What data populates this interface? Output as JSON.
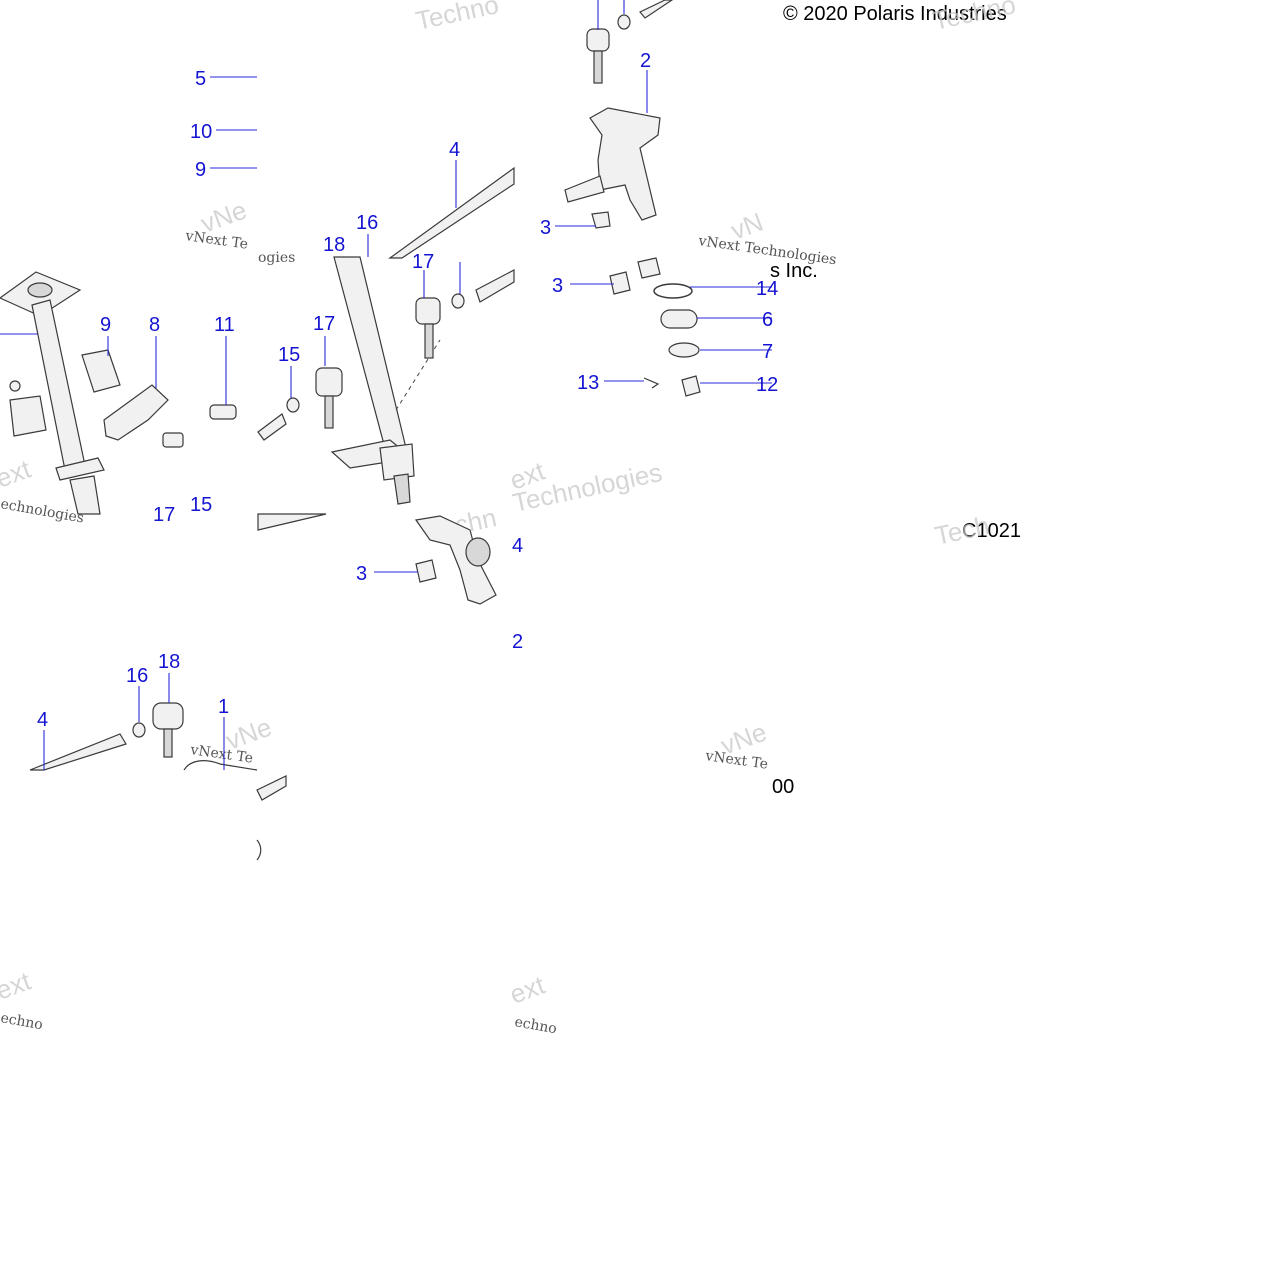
{
  "copyright_text": "© 2020 Polaris Industries",
  "copyright_fragment": "s Inc.",
  "diagram_code": "C1021",
  "code_fragment": "00",
  "watermark": {
    "brand_line": "vNext Technologies",
    "brand_short": "vNext Te",
    "word_next": "ext",
    "word_techno": "Techno",
    "word_techn": "Techn",
    "word_tech": "Tech",
    "word_technologies": "Technologies",
    "word_echno": "echno",
    "word_echnologies": "echnologies",
    "word_ogies": "ogies",
    "word_vne": "vNe",
    "word_vn": "vN"
  },
  "callouts": {
    "tile1": [
      "5",
      "10",
      "9"
    ],
    "tile2": [
      "4",
      "16",
      "18"
    ],
    "tile3": [
      "2",
      "3"
    ],
    "tile4": [
      "9",
      "8",
      "11",
      "15",
      "17"
    ],
    "tile5": [
      "17",
      "17",
      "15"
    ],
    "tile6": [
      "3",
      "14",
      "6",
      "7",
      "13",
      "12"
    ],
    "tile7": [
      "3",
      "4",
      "2"
    ],
    "tile8": [
      "4",
      "16",
      "18",
      "1"
    ]
  }
}
